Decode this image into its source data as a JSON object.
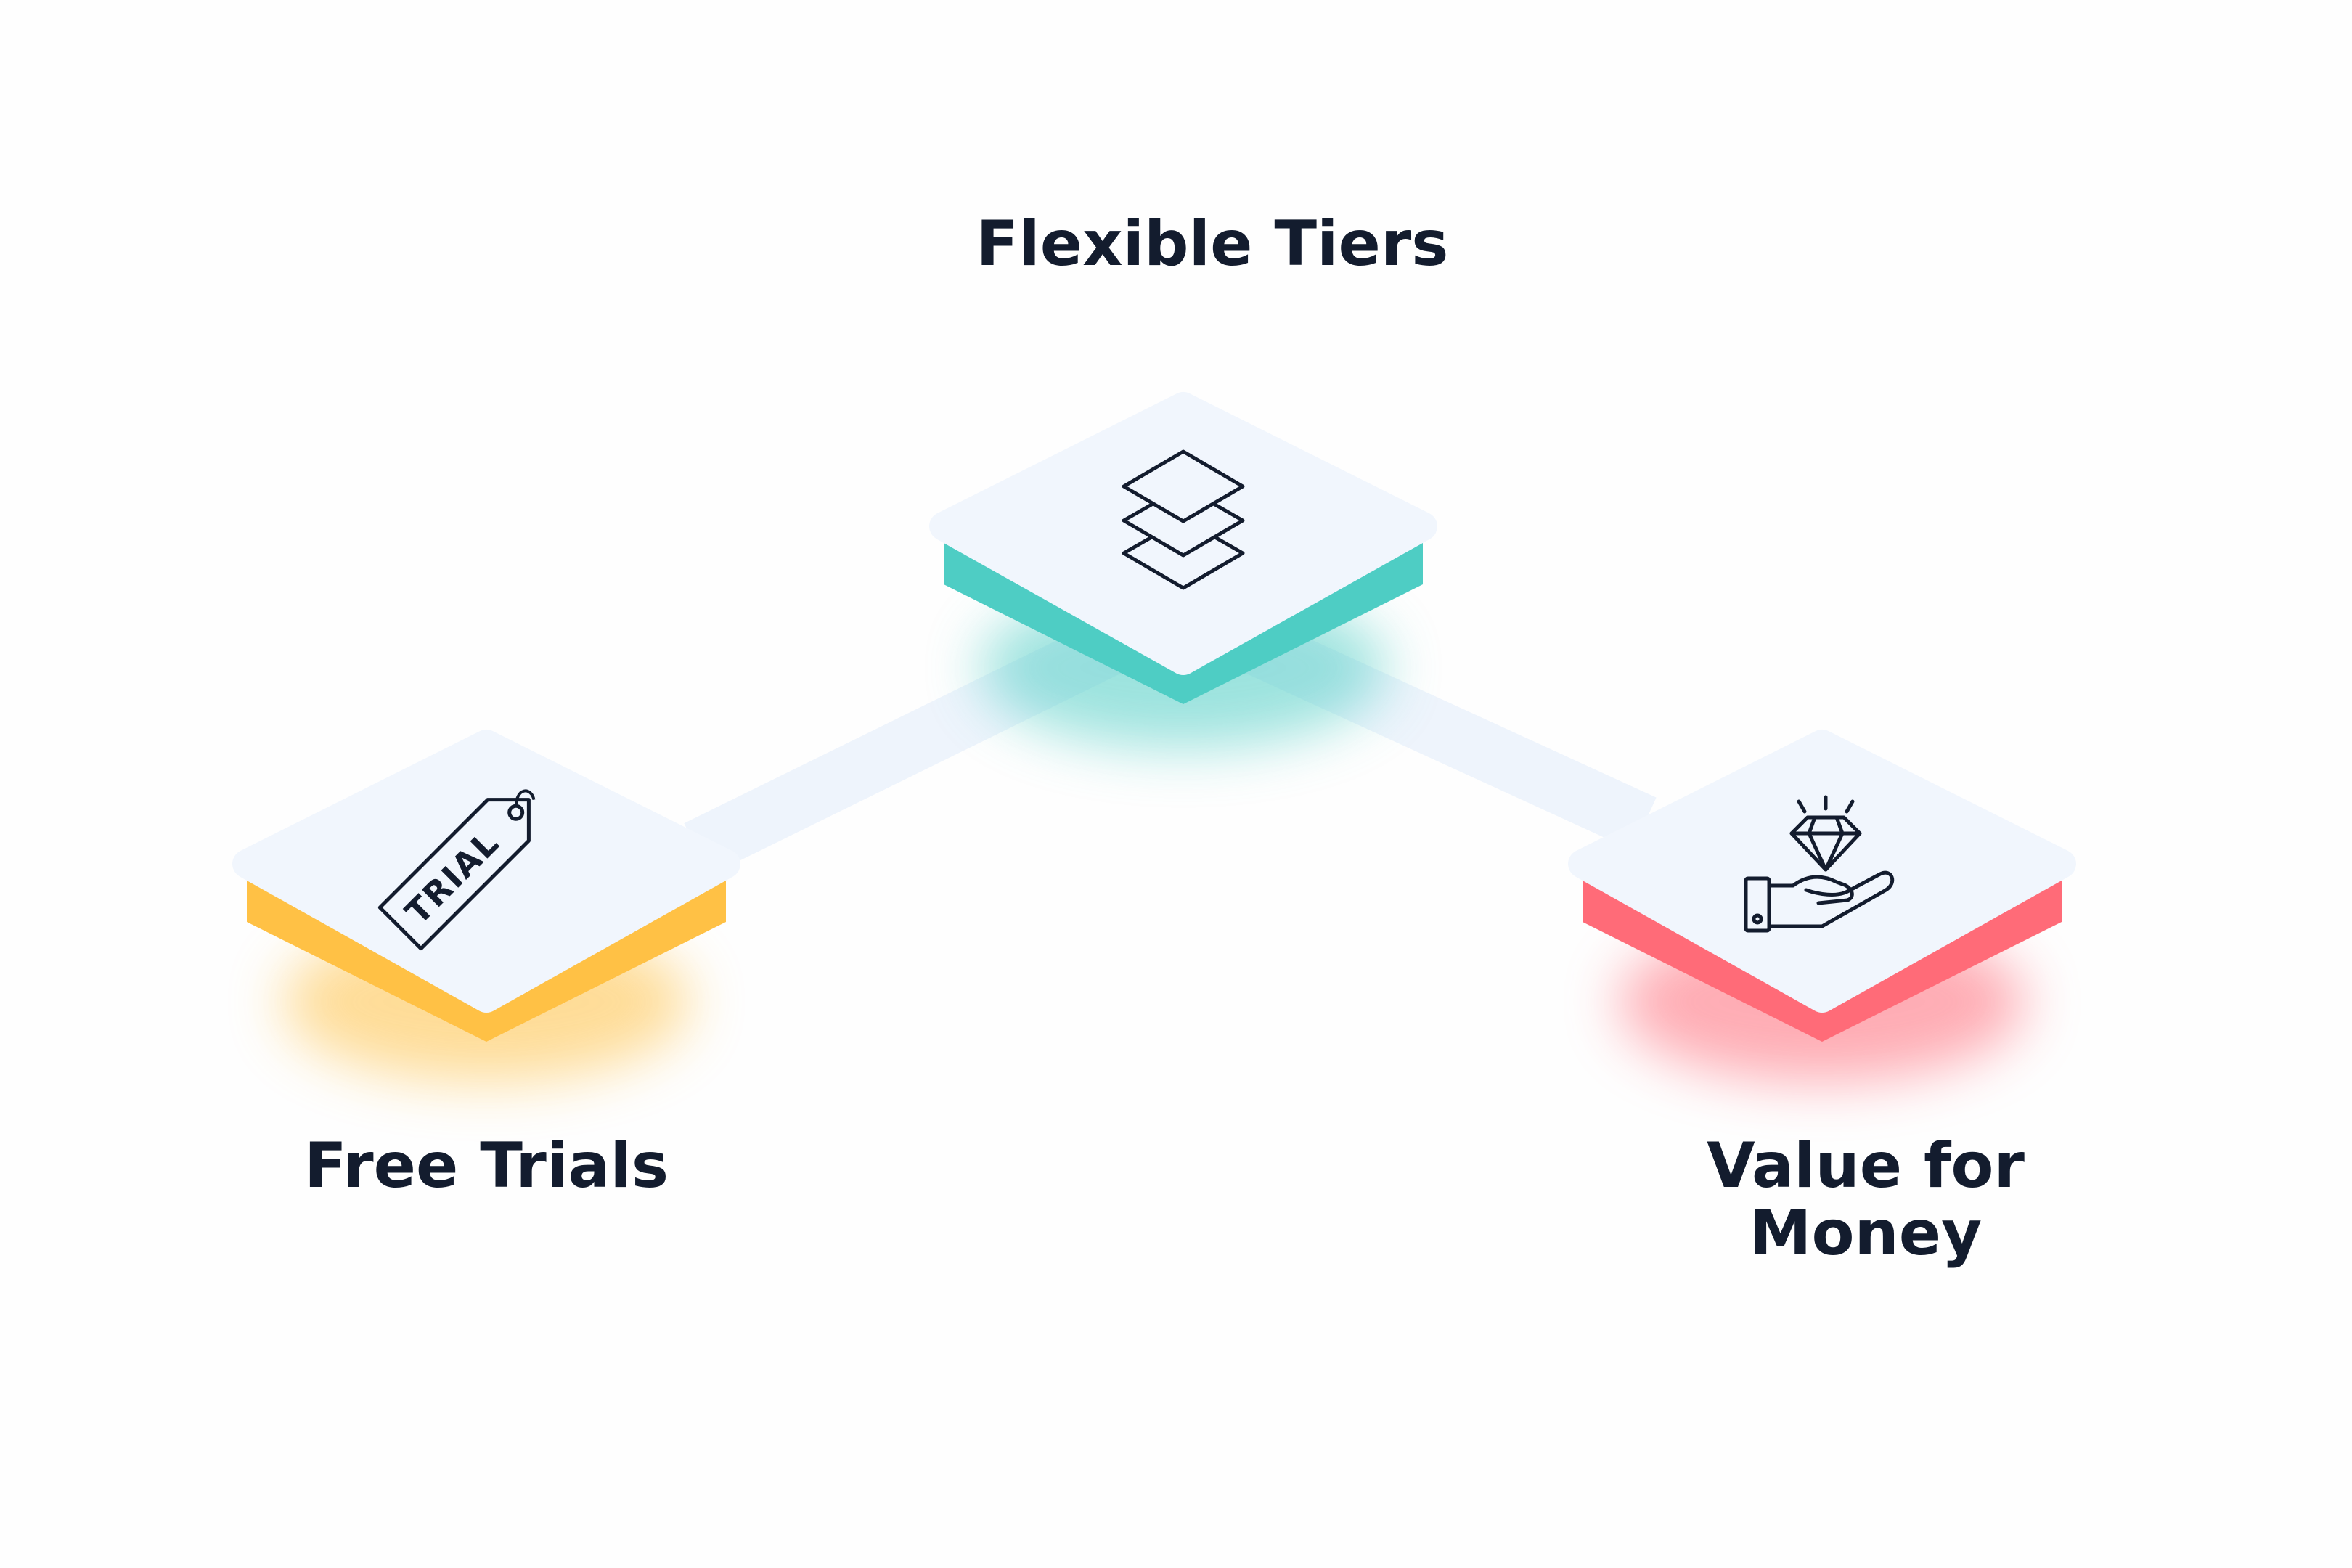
{
  "diagram": {
    "nodes": [
      {
        "id": "flexible-tiers",
        "label": "Flexible Tiers",
        "icon": "stacked-layers-icon",
        "color": "#4ecdc4"
      },
      {
        "id": "free-trials",
        "label": "Free Trials",
        "icon": "trial-tag-icon",
        "icon_text": "TRIAL",
        "color": "#ffc145"
      },
      {
        "id": "value-for-money",
        "label_line1": "Value for",
        "label_line2": "Money",
        "icon": "diamond-in-hand-icon",
        "color": "#ff6b78"
      }
    ],
    "connector_color": "#eef4fc",
    "tile_top_color": "#f1f6fd",
    "text_color": "#131c2e"
  }
}
